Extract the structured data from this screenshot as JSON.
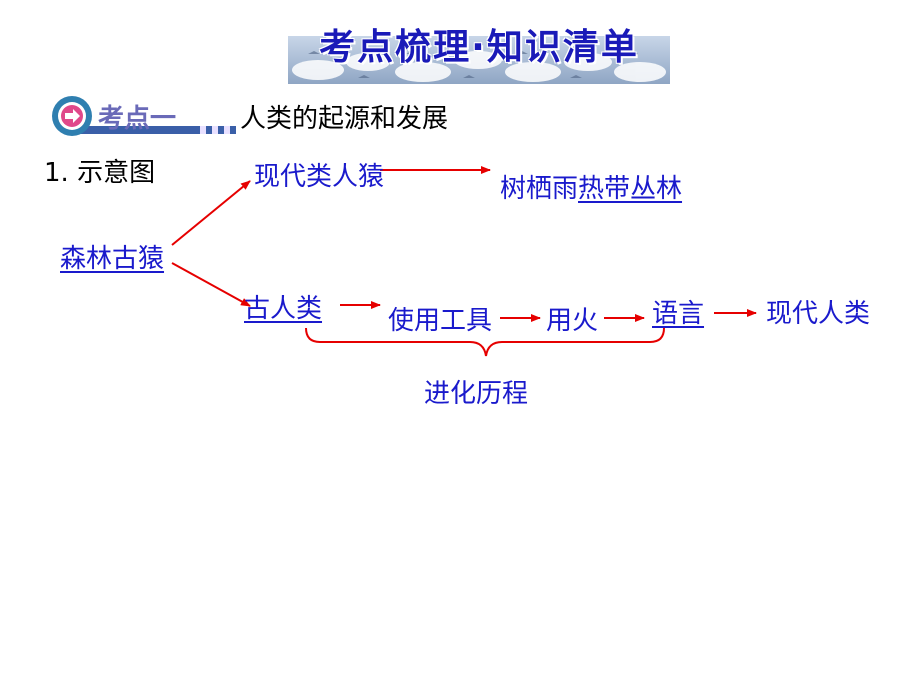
{
  "title": "考点梳理·知识清单",
  "badge_label": "考点一",
  "section_title": "人类的起源和发展",
  "heading": "1. 示意图",
  "diagram": {
    "root": "森林古猿",
    "branch_upper": "现代类人猿",
    "branch_upper_habitat_prefix": "树栖雨",
    "branch_upper_habitat_underlined": "热带丛林",
    "branch_lower": "古人类",
    "step_tools": "使用工具",
    "step_fire": "用火",
    "step_language": "语言",
    "result": "现代人类",
    "brace_label": "进化历程"
  },
  "colors": {
    "title_text": "#1a1ab8",
    "node_text": "#1a1acc",
    "arrow": "#e60000",
    "badge_text": "#6a6ab8"
  }
}
